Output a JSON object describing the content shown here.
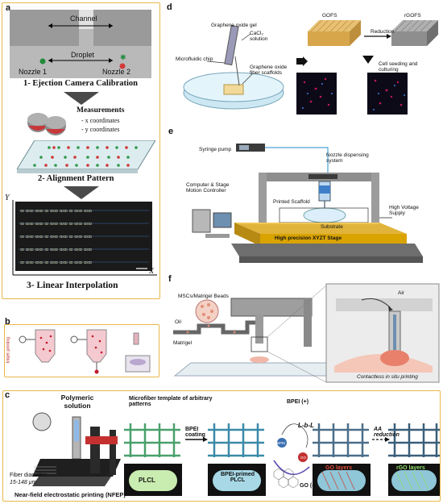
{
  "panel_labels": {
    "a": "a",
    "b": "b",
    "c": "c",
    "d": "d",
    "e": "e",
    "f": "f"
  },
  "panel_a": {
    "channel": "Channel",
    "droplet": "Droplet",
    "nozzle1": "Nozzle 1",
    "nozzle2": "Nozzle 2",
    "step1": "1- Ejection Camera Calibration",
    "measurements_title": "Measurements",
    "measure_x": "- x coordinates",
    "measure_y": "- y coordinates",
    "step2": "2- Alignment Pattern",
    "axis_y": "Y",
    "axis_x": "X",
    "step3": "3- Linear Interpolation"
  },
  "panel_b": {
    "side_label": "Inkjet printing"
  },
  "panel_c": {
    "polymeric_solution": "Polymeric solution",
    "fiber_diameter": "Fiber diameter:",
    "fiber_range": "15-148 μm",
    "nfep": "Near-field electrostatic printing (NFEP)",
    "template_title": "Microfiber template of arbitrary patterns",
    "bpei_coating": "BPEI coating",
    "bpei_plus": "BPEI (+)",
    "lbl": "L-b-L",
    "bpei_tag": "BPEI",
    "go_tag": "GO",
    "go_minus": "GO (-)",
    "aa_reduction": "AA reduction",
    "plcl": "PLCL",
    "bpei_primed": "BPEI-primed PLCL",
    "go_layers": "GO layers",
    "rgo_layers": "rGO layers"
  },
  "panel_d": {
    "go_gel": "Graphene oxide gel",
    "cacl2": "CaCl₂ solution",
    "chip": "Microfluidic chip",
    "scaffolds": "Graphene oxide fiber scaffolds",
    "gofs": "GOFS",
    "rgofs": "rGOFS",
    "reduction": "Reduction",
    "cell_seeding": "Cell seeding and culturing"
  },
  "panel_e": {
    "syringe_pump": "Syringe pump",
    "nozzle": "Nozzle dispensing system",
    "computer": "Computer & Stage Motion Controller",
    "printed": "Printed Scaffold",
    "substrate": "Substrate",
    "hv": "High Voltage Supply",
    "stage": "High precision XYZT Stage"
  },
  "panel_f": {
    "mscs": "MSCs/Matrigel Beads",
    "oil": "Oil",
    "matrigel": "Matrigel",
    "air": "Air",
    "contactless": "Contactless in situ printing"
  },
  "colors": {
    "frame": "#e8b84a",
    "stage": "#d9a300",
    "grid_bg": "#1a1a1a"
  }
}
